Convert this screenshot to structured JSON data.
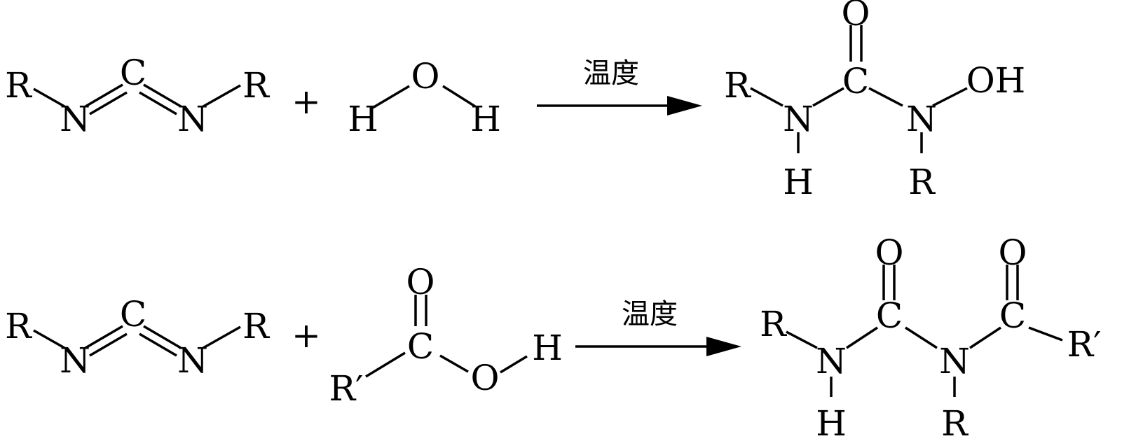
{
  "reactions": [
    {
      "id": "carbodiimide-water",
      "plus": "+",
      "condition": "温度",
      "reactant1": {
        "r_left": "R",
        "n_left": "N",
        "c": "C",
        "n_right": "N",
        "r_right": "R"
      },
      "reactant2": {
        "h_left": "H",
        "o": "O",
        "h_right": "H"
      },
      "product": {
        "r": "R",
        "n1": "N",
        "h": "H",
        "c": "C",
        "o": "O",
        "n2": "N",
        "oh": "OH",
        "r2": "R"
      }
    },
    {
      "id": "carbodiimide-carboxylic-acid",
      "plus": "+",
      "condition": "温度",
      "reactant1": {
        "r_left": "R",
        "n_left": "N",
        "c": "C",
        "n_right": "N",
        "r_right": "R"
      },
      "reactant2": {
        "r_prime": "R′",
        "c": "C",
        "o_double": "O",
        "o_single": "O",
        "h": "H"
      },
      "product": {
        "r": "R",
        "n1": "N",
        "h": "H",
        "c1": "C",
        "o1": "O",
        "n2": "N",
        "r2": "R",
        "c2": "C",
        "o2": "O",
        "r_prime": "R′"
      }
    }
  ]
}
